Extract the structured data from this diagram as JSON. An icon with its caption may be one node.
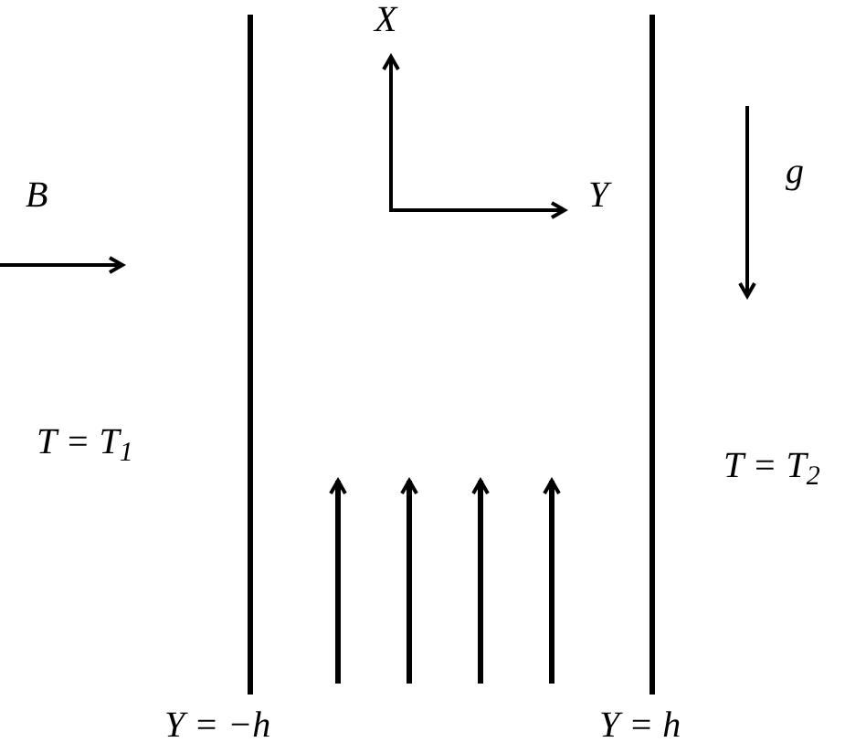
{
  "diagram": {
    "labels": [
      "X",
      "B",
      "Y",
      "g",
      "T = T$_{1}$",
      "T = T$_{2}$",
      "Y = −h",
      "Y = h"
    ]
  }
}
